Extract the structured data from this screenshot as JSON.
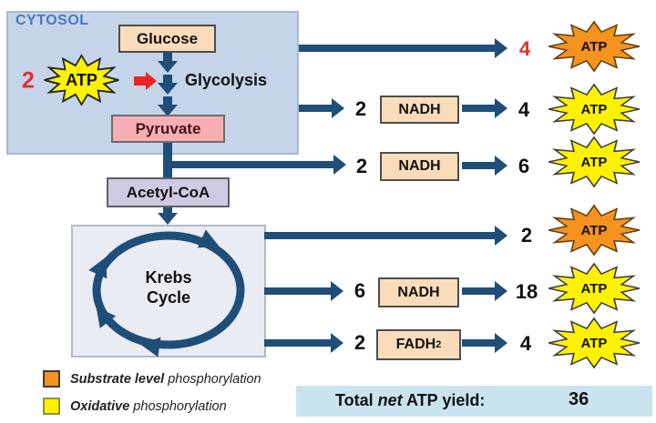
{
  "colors": {
    "arrow_navy": "#1f4e79",
    "accent_red": "#e03131",
    "substrate_orange": "#f6921e",
    "oxidative_yellow": "#fff200",
    "cytosol_fill": "#c5d4e8",
    "carrier_fill": "#fbdcba",
    "pyruvate_fill": "#f5aeb4",
    "acetyl_fill": "#cfc9e2",
    "krebs_fill": "#e9ecf3",
    "total_fill": "#c9e3ef"
  },
  "cytosol": {
    "label": "CYTOSOL"
  },
  "glycolysis": {
    "glucose": "Glucose",
    "label": "Glycolysis",
    "pyruvate": "Pyruvate",
    "atp_invested": {
      "count": "2",
      "burst": "ATP"
    }
  },
  "acetyl_coa": {
    "label": "Acetyl-CoA"
  },
  "krebs": {
    "line1": "Krebs",
    "line2": "Cycle"
  },
  "rows": [
    {
      "yield": "4",
      "burst": "ATP"
    },
    {
      "count": "2",
      "carrier": "NADH",
      "yield": "4",
      "burst": "ATP"
    },
    {
      "count": "2",
      "carrier": "NADH",
      "yield": "6",
      "burst": "ATP"
    },
    {
      "yield": "2",
      "burst": "ATP"
    },
    {
      "count": "6",
      "carrier": "NADH",
      "yield": "18",
      "burst": "ATP"
    },
    {
      "count": "2",
      "carrier": "FADH",
      "carrier_sub": "2",
      "yield": "4",
      "burst": "ATP"
    }
  ],
  "legend": [
    {
      "term": "Substrate level",
      "rest": " phosphorylation"
    },
    {
      "term": "Oxidative",
      "rest": " phosphorylation"
    }
  ],
  "total": {
    "pre": "Total ",
    "emphasis": "net",
    "post": " ATP yield:",
    "value": "36"
  }
}
